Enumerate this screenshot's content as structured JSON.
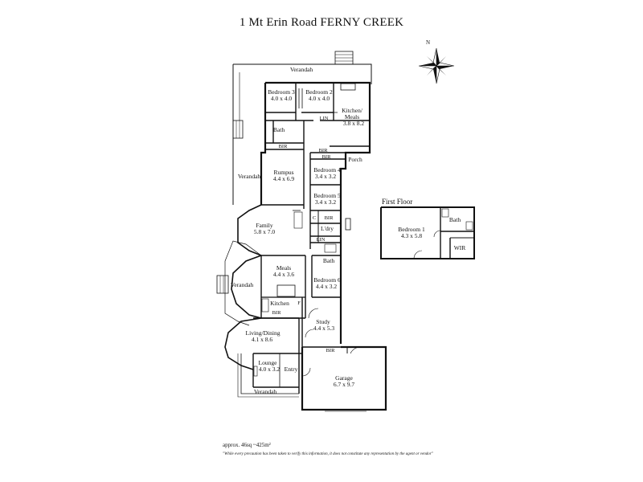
{
  "title": "1 Mt Erin Road FERNY CREEK",
  "compass": {
    "north": "N"
  },
  "rooms": {
    "verandah_top": "Verandah",
    "bedroom3": {
      "name": "Bedroom 3",
      "size": "4.0 x 4.0"
    },
    "bedroom2": {
      "name": "Bedroom 2",
      "size": "4.0 x 4.0"
    },
    "kitchen_meals": {
      "name": "Kitchen/",
      "name2": "Meals",
      "size": "3.8 x 8.2"
    },
    "lin_top": "LIN",
    "bath_top": "Bath",
    "bir_1": "BIR",
    "bir_2": "BIR",
    "bir_3": "BIR",
    "porch": "Porch",
    "verandah_left": "Verandah",
    "rumpus": {
      "name": "Rumpus",
      "size": "4.4 x 6.9"
    },
    "bedroom4": {
      "name": "Bedroom 4",
      "size": "3.4 x 3.2"
    },
    "bedroom5": {
      "name": "Bedroom 5",
      "size": "3.4 x 3.2"
    },
    "family": {
      "name": "Family",
      "size": "5.8 x 7.0"
    },
    "c": "C",
    "bir_4": "BIR",
    "ldry": "L'dry",
    "lin_mid": "LIN",
    "bath_mid": "Bath",
    "meals": {
      "name": "Meals",
      "size": "4.4 x 3.6"
    },
    "bedroom6": {
      "name": "Bedroom 6",
      "size": "4.4 x 3.2"
    },
    "verandah_mid": "Verandah",
    "kitchen": "Kitchen",
    "f": "F",
    "bir_5": "BIR",
    "study": {
      "name": "Study",
      "size": "4.4 x 5.3"
    },
    "living_dining": {
      "name": "Living/Dining",
      "size": "4.1 x 8.6"
    },
    "bir_6": "BIR",
    "lounge": {
      "name": "Lounge",
      "size": "4.0 x 3.2"
    },
    "entry": "Entry",
    "garage": {
      "name": "Garage",
      "size": "6.7 x 9.7"
    },
    "verandah_bottom": "Verandah"
  },
  "first_floor": {
    "label": "First Floor",
    "bedroom1": {
      "name": "Bedroom 1",
      "size": "4.3 x 5.8"
    },
    "bath": "Bath",
    "wir": "WIR"
  },
  "footer": {
    "area": "approx. 46sq ~425m²",
    "disclaimer": "\"While every precaution has been taken to verify this information, it does not constitute any representation by the agent or vendor\""
  }
}
